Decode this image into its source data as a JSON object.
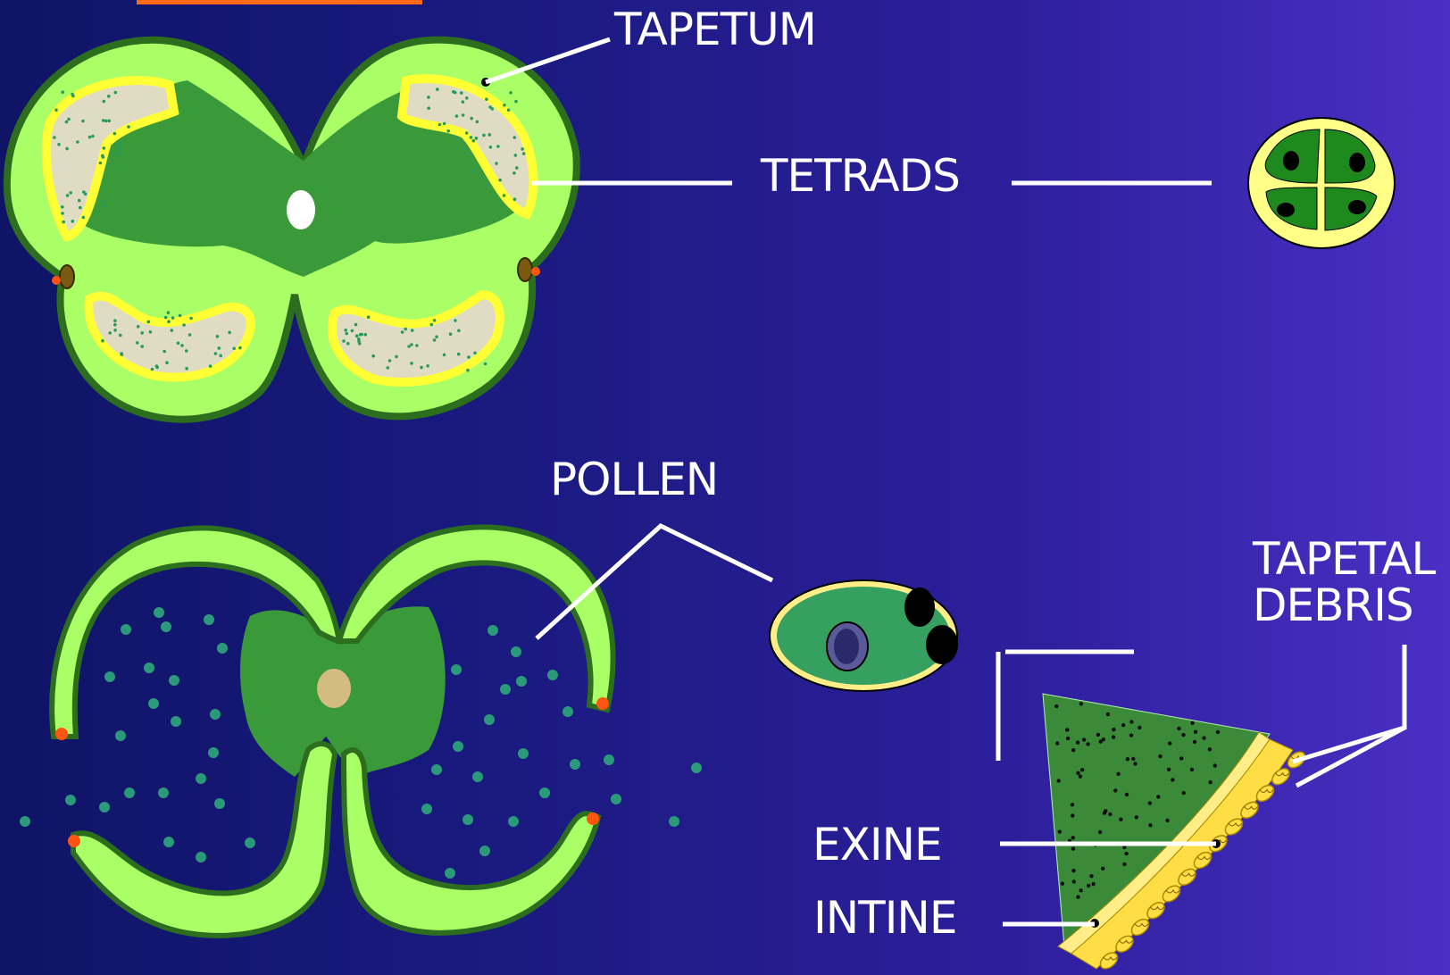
{
  "labels": {
    "tapetum": "TAPETUM",
    "tetrads": "TETRADS",
    "pollen": "POLLEN",
    "tapetal_line1": "TAPETAL",
    "tapetal_line2": "DEBRIS",
    "exine": "EXINE",
    "intine": "INTINE"
  },
  "colors": {
    "background_left": "#0f1466",
    "background_right": "#4a2fc4",
    "dark_green": "#3a9a3a",
    "light_green": "#aaff66",
    "outline_green": "#2d6e1e",
    "yellow": "#ffff33",
    "pollen_sac": "#e0dcc4",
    "pollen_dot": "#2a9a7a",
    "orange_dot": "#ff5511",
    "leader_line": "#ffffff"
  }
}
